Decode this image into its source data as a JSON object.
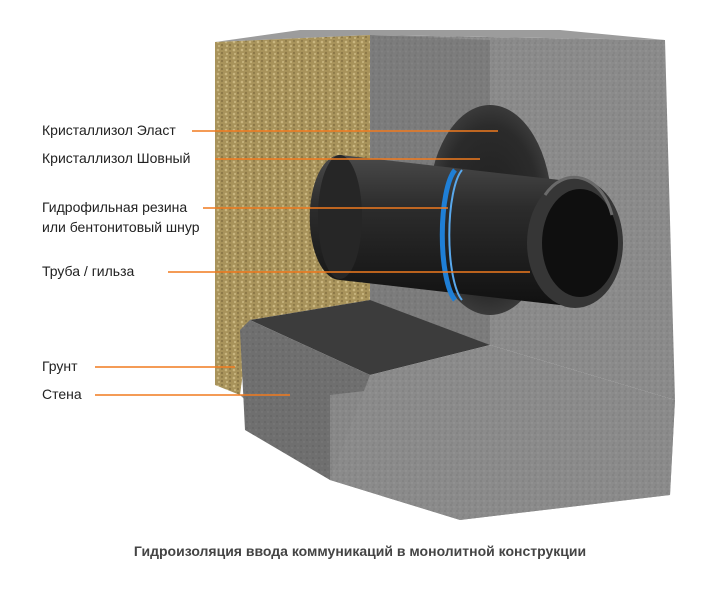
{
  "figure": {
    "labels": {
      "kristallizol_elast": "Кристаллизол Эласт",
      "kristallizol_shovny": "Кристаллизол Шовный",
      "rubber_line1": "Гидрофильная резина",
      "rubber_line2": "или бентонитовый шнур",
      "pipe": "Труба / гильза",
      "soil": "Грунт",
      "wall": "Стена"
    },
    "caption": "Гидроизоляция ввода коммуникаций в монолитной конструкции"
  },
  "colors": {
    "leader": "#f07a1e",
    "concrete_front": "#8a8a8a",
    "concrete_side": "#6e6e6e",
    "soil": "#b8a36a",
    "pipe": "#2a2a2a",
    "seal_ring": "#1f7fd6"
  }
}
